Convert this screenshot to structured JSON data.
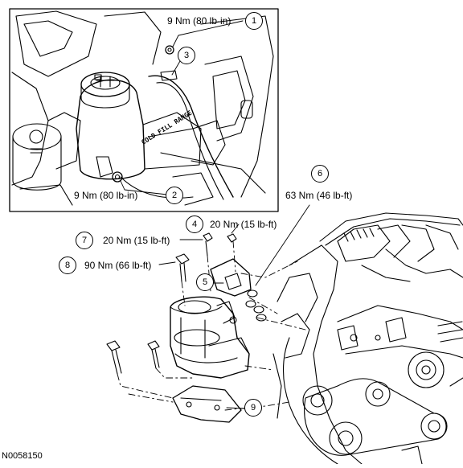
{
  "torques": {
    "t1": "9 Nm (80 lb-in)",
    "t2": "9 Nm (80 lb-in)",
    "t4": "20 Nm (15 lb-ft)",
    "t6": "63 Nm (46 lb-ft)",
    "t7": "20 Nm (15 lb-ft)",
    "t8": "90 Nm (66 lb-ft)"
  },
  "callouts": [
    "1",
    "2",
    "3",
    "4",
    "5",
    "6",
    "7",
    "8",
    "9"
  ],
  "figure_id": "N0058150",
  "reservoir_text": "COLD FILL RANGE"
}
